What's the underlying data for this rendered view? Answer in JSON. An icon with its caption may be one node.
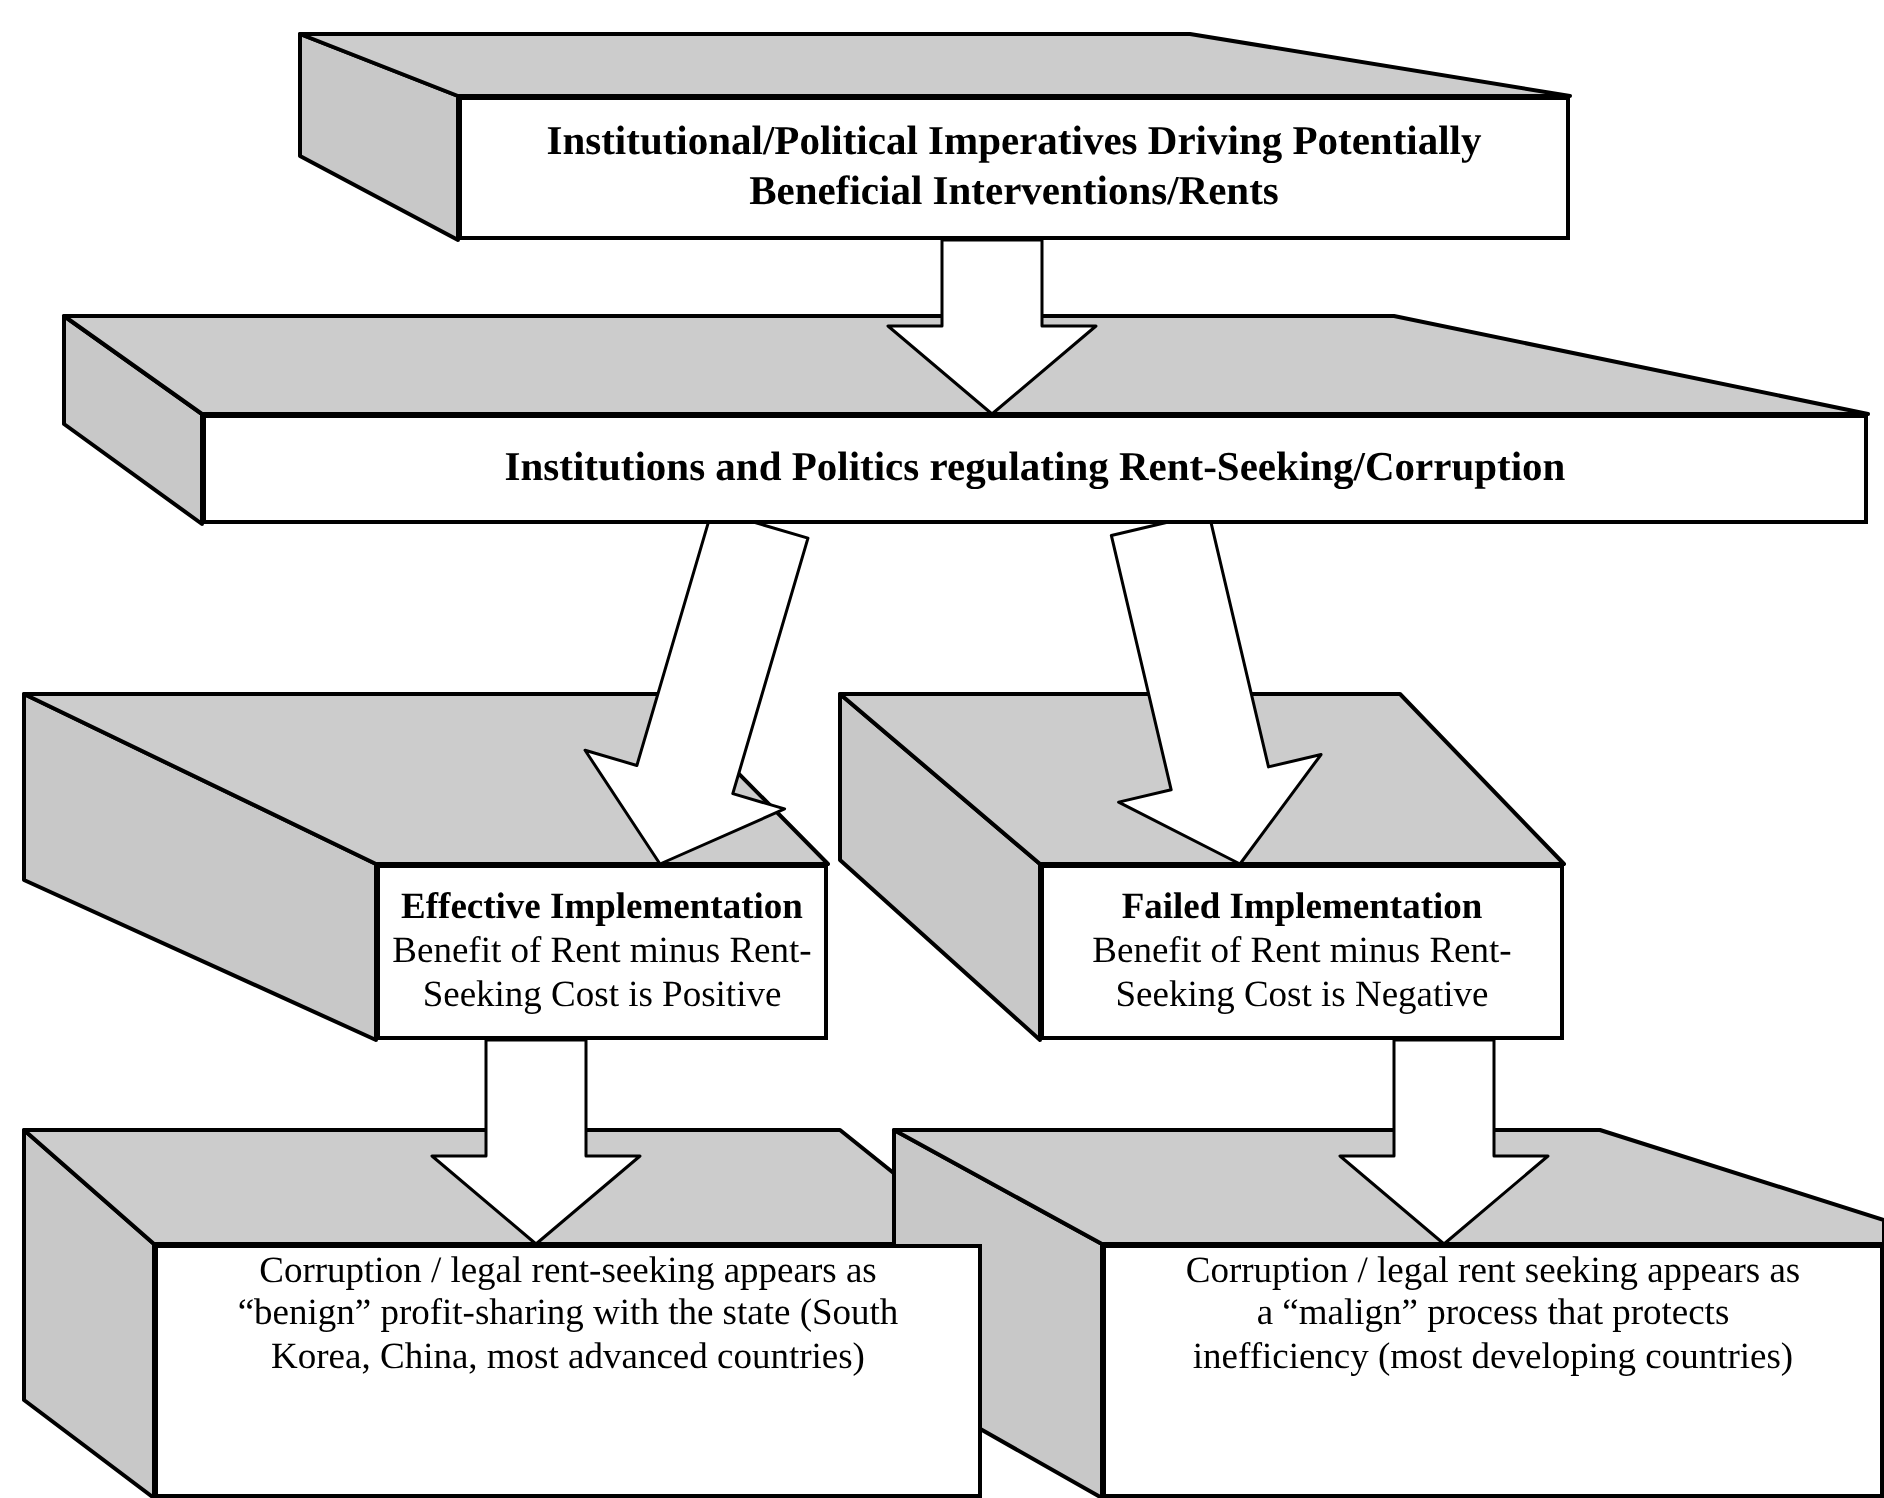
{
  "diagram": {
    "nodes": [
      {
        "text": [
          "Institutional/Political Imperatives Driving Potentially Beneficial Interventions/Rents"
        ]
      },
      {
        "text": [
          "Institutions and Politics regulating Rent-Seeking/Corruption"
        ]
      },
      {
        "text": [
          "Effective Implementation",
          "Benefit of Rent minus Rent-Seeking Cost is Positive"
        ]
      },
      {
        "text": [
          "Failed Implementation",
          "Benefit of Rent minus Rent-Seeking Cost is Negative"
        ]
      },
      {
        "text": [
          "Corruption / legal rent-seeking appears as “benign” profit-sharing with the state (South Korea, China, most advanced countries)"
        ]
      },
      {
        "text": [
          "Corruption / legal rent seeking appears as a “malign” process that protects inefficiency (most developing countries)"
        ]
      }
    ],
    "edges": [
      {
        "from": 0,
        "to": 1,
        "arrow": "to"
      },
      {
        "from": 1,
        "to": 2,
        "arrow": "to"
      },
      {
        "from": 1,
        "to": 3,
        "arrow": "to"
      },
      {
        "from": 2,
        "to": 4,
        "arrow": "to"
      },
      {
        "from": 3,
        "to": 5,
        "arrow": "to"
      }
    ]
  }
}
